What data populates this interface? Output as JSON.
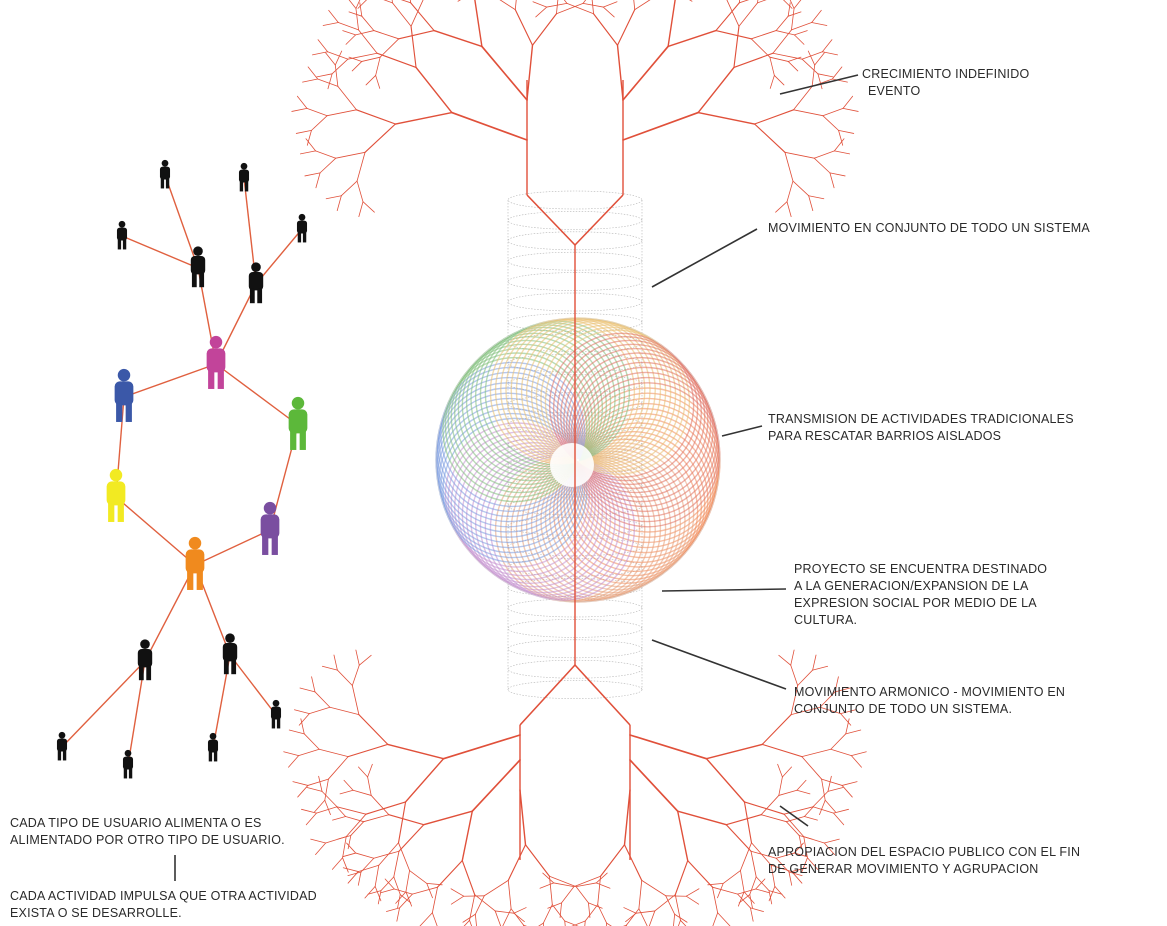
{
  "annotations": {
    "top_growth": [
      "CRECIMIENTO INDEFINIDO",
      "EVENTO"
    ],
    "system_movement": [
      "MOVIMIENTO EN CONJUNTO DE TODO UN SISTEMA"
    ],
    "transmission": [
      "TRANSMISION DE ACTIVIDADES TRADICIONALES",
      "PARA RESCATAR BARRIOS AISLADOS"
    ],
    "project": [
      "PROYECTO SE ENCUENTRA DESTINADO",
      "A LA GENERACION/EXPANSION DE LA",
      "EXPRESION SOCIAL POR MEDIO DE LA",
      "CULTURA."
    ],
    "harmonic": [
      "MOVIMIENTO ARMONICO - MOVIMIENTO EN",
      "CONJUNTO DE TODO UN SISTEMA."
    ],
    "public_space": [
      "APROPIACION DEL ESPACIO PUBLICO CON EL FIN",
      "DE GENERAR MOVIMIENTO Y AGRUPACION"
    ],
    "user_types": [
      "CADA TIPO DE USUARIO ALIMENTA O ES",
      "ALIMENTADO POR OTRO TIPO DE USUARIO."
    ],
    "activity": [
      "CADA ACTIVIDAD IMPULSA QUE OTRA ACTIVIDAD",
      "EXISTA O SE DESARROLLE."
    ]
  },
  "colors": {
    "branch": "#e0503a",
    "link": "#e0603f",
    "ring": "#b5b5b5",
    "leader": "#333333",
    "person_black": "#111111",
    "person_magenta": "#c2449a",
    "person_blue": "#3b58a8",
    "person_green": "#5cb83a",
    "person_yellow": "#f2ea22",
    "person_purple": "#7a4ea0",
    "person_orange": "#f08a1e",
    "sphere_palette": [
      "#f08a5a",
      "#e8a07a",
      "#c58fd0",
      "#7a9be0",
      "#7fc07a",
      "#eac070",
      "#e07060"
    ]
  }
}
